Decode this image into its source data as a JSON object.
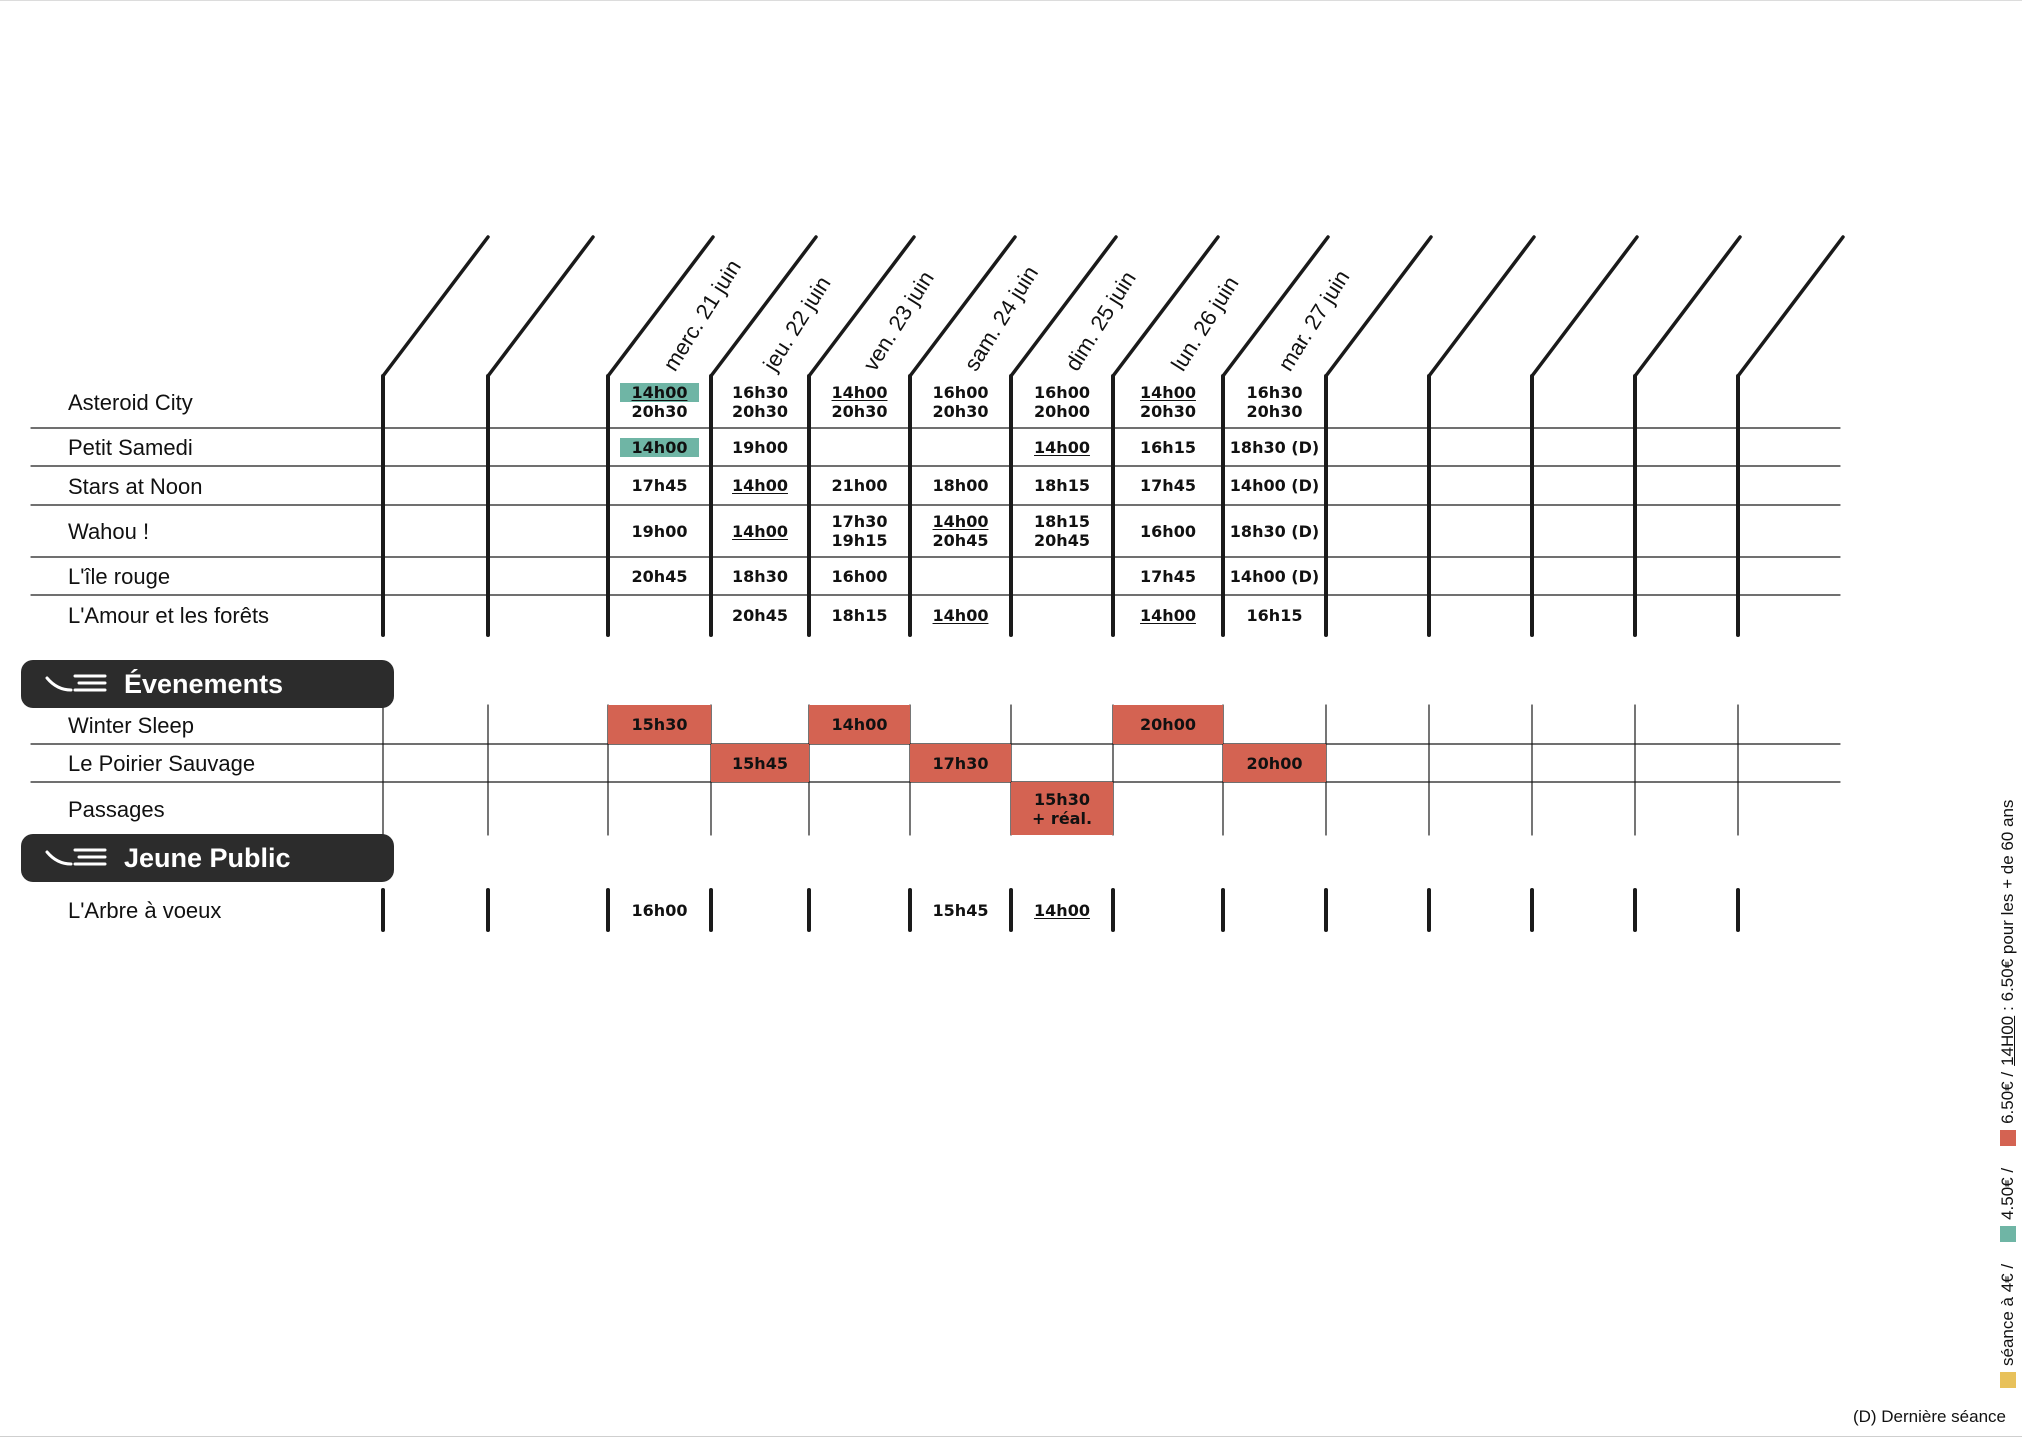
{
  "days": [
    "merc. 21 juin",
    "jeu. 22 juin",
    "ven. 23 juin",
    "sam. 24 juin",
    "dim. 25 juin",
    "lun. 26 juin",
    "mar. 27 juin"
  ],
  "sections": {
    "evenements": "Évenements",
    "jeune_public": "Jeune Public"
  },
  "films": [
    {
      "title": "Asteroid City",
      "sessions": [
        [
          {
            "t": "14h00",
            "fmt": "teal-u"
          },
          {
            "t": "20h30"
          }
        ],
        [
          {
            "t": "16h30"
          },
          {
            "t": "20h30"
          }
        ],
        [
          {
            "t": "14h00",
            "fmt": "u"
          },
          {
            "t": "20h30"
          }
        ],
        [
          {
            "t": "16h00"
          },
          {
            "t": "20h30"
          }
        ],
        [
          {
            "t": "16h00"
          },
          {
            "t": "20h00"
          }
        ],
        [
          {
            "t": "14h00",
            "fmt": "u"
          },
          {
            "t": "20h30"
          }
        ],
        [
          {
            "t": "16h30"
          },
          {
            "t": "20h30"
          }
        ]
      ]
    },
    {
      "title": "Petit Samedi",
      "sessions": [
        [
          {
            "t": "14h00",
            "fmt": "teal"
          }
        ],
        [
          {
            "t": "19h00"
          }
        ],
        [],
        [],
        [
          {
            "t": "14h00",
            "fmt": "u"
          }
        ],
        [
          {
            "t": "16h15"
          }
        ],
        [
          {
            "t": "18h30 (D)"
          }
        ]
      ]
    },
    {
      "title": "Stars at Noon",
      "sessions": [
        [
          {
            "t": "17h45"
          }
        ],
        [
          {
            "t": "14h00",
            "fmt": "u"
          }
        ],
        [
          {
            "t": "21h00"
          }
        ],
        [
          {
            "t": "18h00"
          }
        ],
        [
          {
            "t": "18h15"
          }
        ],
        [
          {
            "t": "17h45"
          }
        ],
        [
          {
            "t": "14h00 (D)"
          }
        ]
      ]
    },
    {
      "title": "Wahou !",
      "sessions": [
        [
          {
            "t": "19h00"
          }
        ],
        [
          {
            "t": "14h00",
            "fmt": "u"
          }
        ],
        [
          {
            "t": "17h30"
          },
          {
            "t": "19h15"
          }
        ],
        [
          {
            "t": "14h00",
            "fmt": "u"
          },
          {
            "t": "20h45"
          }
        ],
        [
          {
            "t": "18h15"
          },
          {
            "t": "20h45"
          }
        ],
        [
          {
            "t": "16h00"
          }
        ],
        [
          {
            "t": "18h30 (D)"
          }
        ]
      ]
    },
    {
      "title": "L'île rouge",
      "sessions": [
        [
          {
            "t": "20h45"
          }
        ],
        [
          {
            "t": "18h30"
          }
        ],
        [
          {
            "t": "16h00"
          }
        ],
        [],
        [],
        [
          {
            "t": "17h45"
          }
        ],
        [
          {
            "t": "14h00 (D)"
          }
        ]
      ]
    },
    {
      "title": "L'Amour et les forêts",
      "sessions": [
        [],
        [
          {
            "t": "20h45"
          }
        ],
        [
          {
            "t": "18h15"
          }
        ],
        [
          {
            "t": "14h00",
            "fmt": "u"
          }
        ],
        [],
        [
          {
            "t": "14h00",
            "fmt": "u"
          }
        ],
        [
          {
            "t": "16h15"
          }
        ]
      ]
    }
  ],
  "events": [
    {
      "title": "Winter Sleep",
      "sessions": [
        [
          {
            "t": "15h30"
          }
        ],
        [],
        [
          {
            "t": "14h00"
          }
        ],
        [],
        [],
        [
          {
            "t": "20h00"
          }
        ],
        []
      ]
    },
    {
      "title": "Le Poirier Sauvage",
      "sessions": [
        [],
        [
          {
            "t": "15h45"
          }
        ],
        [],
        [
          {
            "t": "17h30"
          }
        ],
        [],
        [],
        [
          {
            "t": "20h00"
          }
        ]
      ]
    },
    {
      "title": "Passages",
      "sessions": [
        [],
        [],
        [],
        [],
        [
          {
            "t": "15h30"
          },
          {
            "t": "+ réal."
          }
        ],
        [],
        []
      ]
    }
  ],
  "jeune_public": [
    {
      "title": "L'Arbre à voeux",
      "sessions": [
        [
          {
            "t": "16h00"
          }
        ],
        [],
        [],
        [
          {
            "t": "15h45"
          }
        ],
        [
          {
            "t": "14h00",
            "fmt": "u"
          }
        ],
        [],
        []
      ]
    }
  ],
  "legend": {
    "yellow_label": "séance à 4€ /",
    "teal_label": "4.50€ /",
    "red_label": "6.50€ /",
    "underline_label": "14H00",
    "underline_rest": ": 6.50€ pour les + de 60 ans",
    "colors": {
      "yellow": "#e8c15a",
      "teal": "#6fb5a5",
      "red": "#d46352"
    }
  },
  "footnote": "(D) Dernière séance"
}
